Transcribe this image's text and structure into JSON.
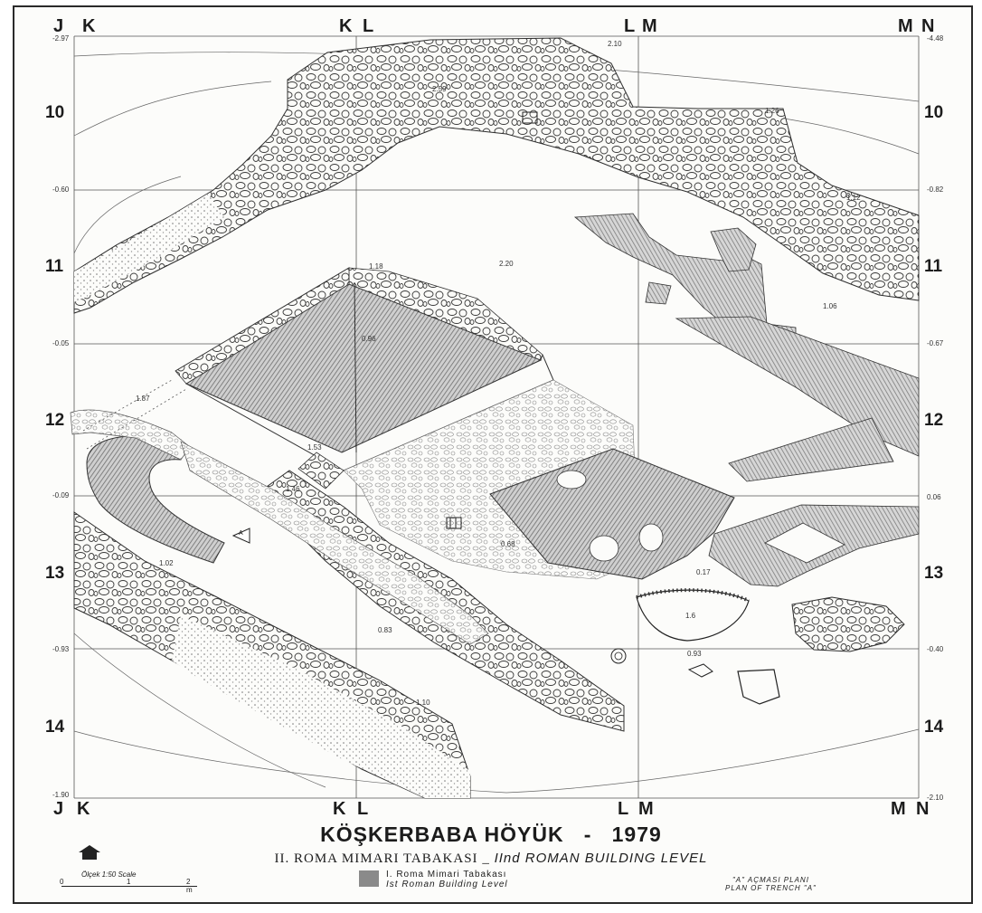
{
  "map": {
    "title_left": "KÖŞKERBABA HÖYÜK",
    "title_dash": "-",
    "title_year": "1979",
    "subtitle_tr": "II. ROMA   MIMARI  TABAKASI",
    "subtitle_dash": "_",
    "subtitle_en": "IInd  ROMAN  BUILDING  LEVEL",
    "scale_label": "Ölçek 1:50  Scale",
    "scale_ticks": [
      "0",
      "1",
      "2 m"
    ],
    "legend_tr": "I. Roma  Mimari  Tabakası",
    "legend_en": "Ist Roman  Building  Level",
    "plan_tr": "\"A\" AÇMASI  PLANI",
    "plan_en": "PLAN  OF TRENCH  \"A\"",
    "trench_marker": "A"
  },
  "grid": {
    "top_columns": [
      "J",
      "K",
      "K",
      "L",
      "L",
      "M",
      "M",
      "N"
    ],
    "bottom_columns": [
      "J",
      "K",
      "K",
      "L",
      "L",
      "M",
      "M",
      "N"
    ],
    "rows_left": [
      "10",
      "11",
      "12",
      "13",
      "14"
    ],
    "rows_right": [
      "10",
      "11",
      "12",
      "13",
      "14"
    ]
  },
  "elevations": {
    "left": [
      "-2.97",
      "-0.60",
      "-0.05",
      "-0.09",
      "-0.93",
      "-1.90"
    ],
    "right": [
      "-4.48",
      "-0.82",
      "-0.67",
      "0.06",
      "-0.40",
      "-2.10"
    ],
    "interior": [
      "2.10",
      "2.59",
      "1.26",
      "1.12",
      "2.20",
      "1.18",
      "0.96",
      "1.06",
      "1.87",
      "1.53",
      "1.46",
      "1.02",
      "0.68",
      "0.17",
      "1.6",
      "0.83",
      "0.93",
      "1.10"
    ]
  },
  "colors": {
    "ink": "#1c1c1c",
    "hatch": "#8a8a8a",
    "paper": "#fcfcfa"
  }
}
